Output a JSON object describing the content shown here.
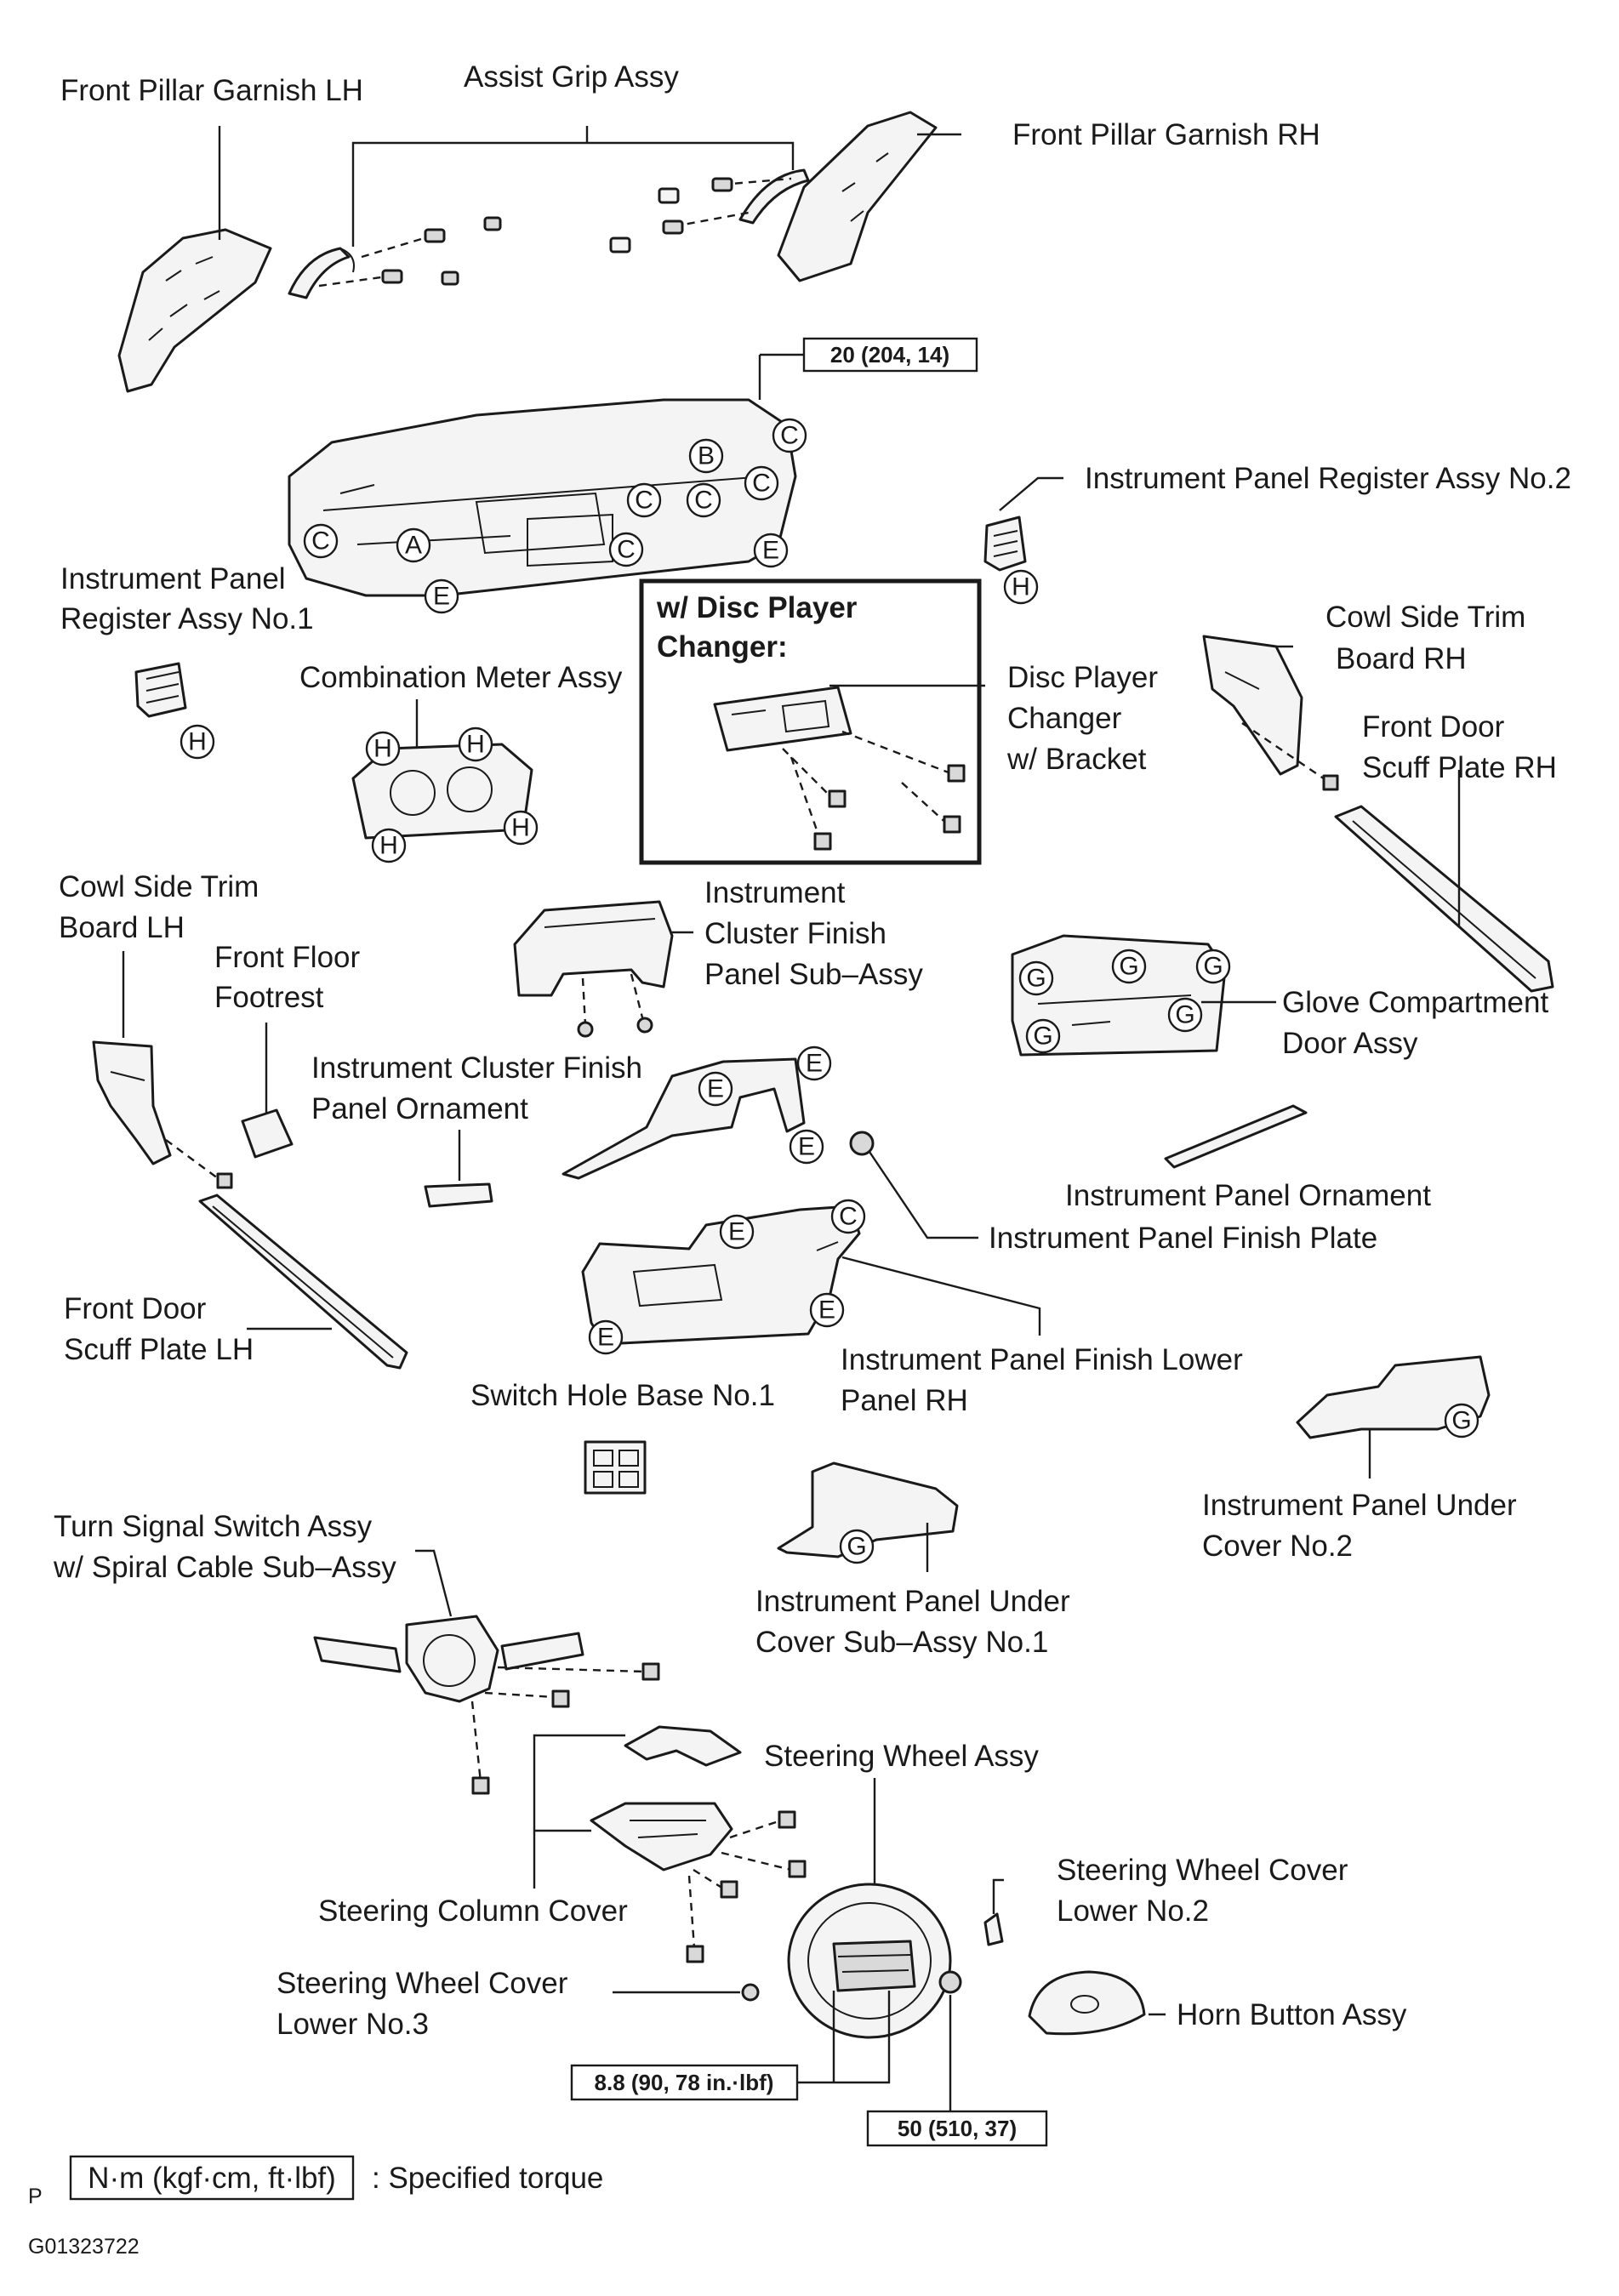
{
  "labels": {
    "front_pillar_garnish_lh": "Front Pillar Garnish LH",
    "assist_grip_assy": "Assist Grip Assy",
    "front_pillar_garnish_rh": "Front Pillar Garnish RH",
    "instrument_panel_register_no2": "Instrument Panel Register Assy No.2",
    "instrument_panel_register_no1_l1": "Instrument Panel",
    "instrument_panel_register_no1_l2": "Register Assy No.1",
    "combination_meter_assy": "Combination Meter Assy",
    "disc_player_changer_l1": "Disc Player",
    "disc_player_changer_l2": "Changer",
    "disc_player_changer_l3": "w/ Bracket",
    "cowl_side_trim_rh_l1": "Cowl Side Trim",
    "cowl_side_trim_rh_l2": "Board RH",
    "front_door_scuff_rh_l1": "Front Door",
    "front_door_scuff_rh_l2": "Scuff Plate RH",
    "cowl_side_trim_lh_l1": "Cowl Side Trim",
    "cowl_side_trim_lh_l2": "Board LH",
    "front_floor_footrest_l1": "Front Floor",
    "front_floor_footrest_l2": "Footrest",
    "cluster_finish_panel_l1": "Instrument",
    "cluster_finish_panel_l2": "Cluster Finish",
    "cluster_finish_panel_l3": "Panel Sub–Assy",
    "glove_compartment_l1": "Glove Compartment",
    "glove_compartment_l2": "Door Assy",
    "cluster_ornament_l1": "Instrument Cluster Finish",
    "cluster_ornament_l2": "Panel Ornament",
    "instrument_panel_ornament": "Instrument Panel Ornament",
    "instrument_panel_finish_plate": "Instrument Panel Finish Plate",
    "front_door_scuff_lh_l1": "Front Door",
    "front_door_scuff_lh_l2": "Scuff Plate LH",
    "finish_lower_panel_rh_l1": "Instrument Panel Finish Lower",
    "finish_lower_panel_rh_l2": "Panel RH",
    "switch_hole_base": "Switch Hole Base No.1",
    "under_cover_no2_l1": "Instrument Panel Under",
    "under_cover_no2_l2": "Cover No.2",
    "turn_signal_switch_l1": "Turn Signal Switch Assy",
    "turn_signal_switch_l2": "w/ Spiral Cable Sub–Assy",
    "under_cover_no1_l1": "Instrument Panel Under",
    "under_cover_no1_l2": "Cover Sub–Assy No.1",
    "steering_wheel_assy": "Steering Wheel Assy",
    "steering_column_cover": "Steering Column Cover",
    "steering_wheel_cover_no2_l1": "Steering Wheel Cover",
    "steering_wheel_cover_no2_l2": "Lower No.2",
    "steering_wheel_cover_no3_l1": "Steering Wheel Cover",
    "steering_wheel_cover_no3_l2": "Lower No.3",
    "horn_button_assy": "Horn Button Assy"
  },
  "inset": {
    "title_l1": "w/ Disc Player",
    "title_l2": "Changer:"
  },
  "torques": {
    "dash_bolt": "20 (204, 14)",
    "steering_small": "8.8 (90, 78 in.·lbf)",
    "steering_nut": "50 (510, 37)"
  },
  "legend": {
    "unit_box": "N·m (kgf·cm, ft·lbf)",
    "unit_desc": ": Specified torque",
    "p_mark": "P"
  },
  "figure_id": "G01323722",
  "clip_letters": {
    "A": "A",
    "B": "B",
    "C": "C",
    "E": "E",
    "G": "G",
    "H": "H"
  }
}
